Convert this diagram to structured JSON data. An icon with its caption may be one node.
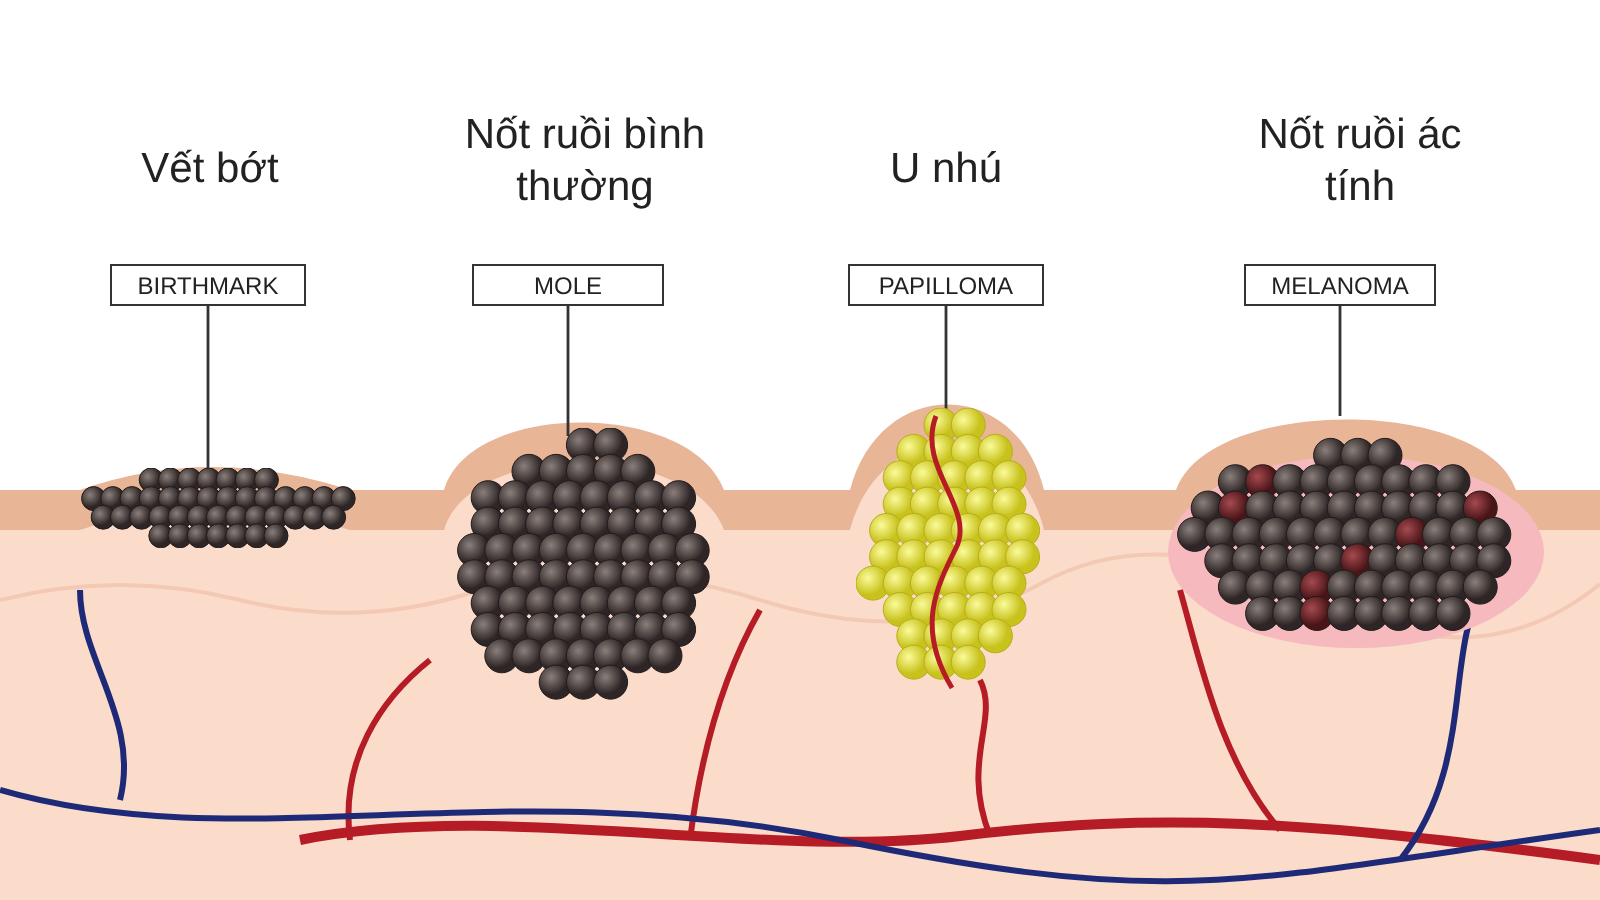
{
  "diagram": {
    "nodes": [
      {
        "text": [
          "BIRTHMARK"
        ]
      },
      {
        "text": [
          "MOLE"
        ]
      },
      {
        "text": [
          "PAPILLOMA"
        ]
      },
      {
        "text": [
          "MELANOMA"
        ]
      },
      {
        "text": [],
        "shape": "picture"
      },
      {
        "text": [],
        "shape": "picture"
      },
      {
        "text": [],
        "shape": "picture"
      },
      {
        "text": [],
        "shape": "picture"
      }
    ],
    "edges": [
      {
        "from": 0,
        "to": 4,
        "arrow": "none"
      },
      {
        "from": 1,
        "to": 5,
        "arrow": "none"
      },
      {
        "from": 2,
        "to": 6,
        "arrow": "none"
      },
      {
        "from": 3,
        "to": 7,
        "arrow": "none"
      }
    ],
    "labels": [
      "Vết bớt",
      "Nốt ruồi bình thường",
      "U nhú",
      "Nốt ruồi ác tính"
    ]
  }
}
